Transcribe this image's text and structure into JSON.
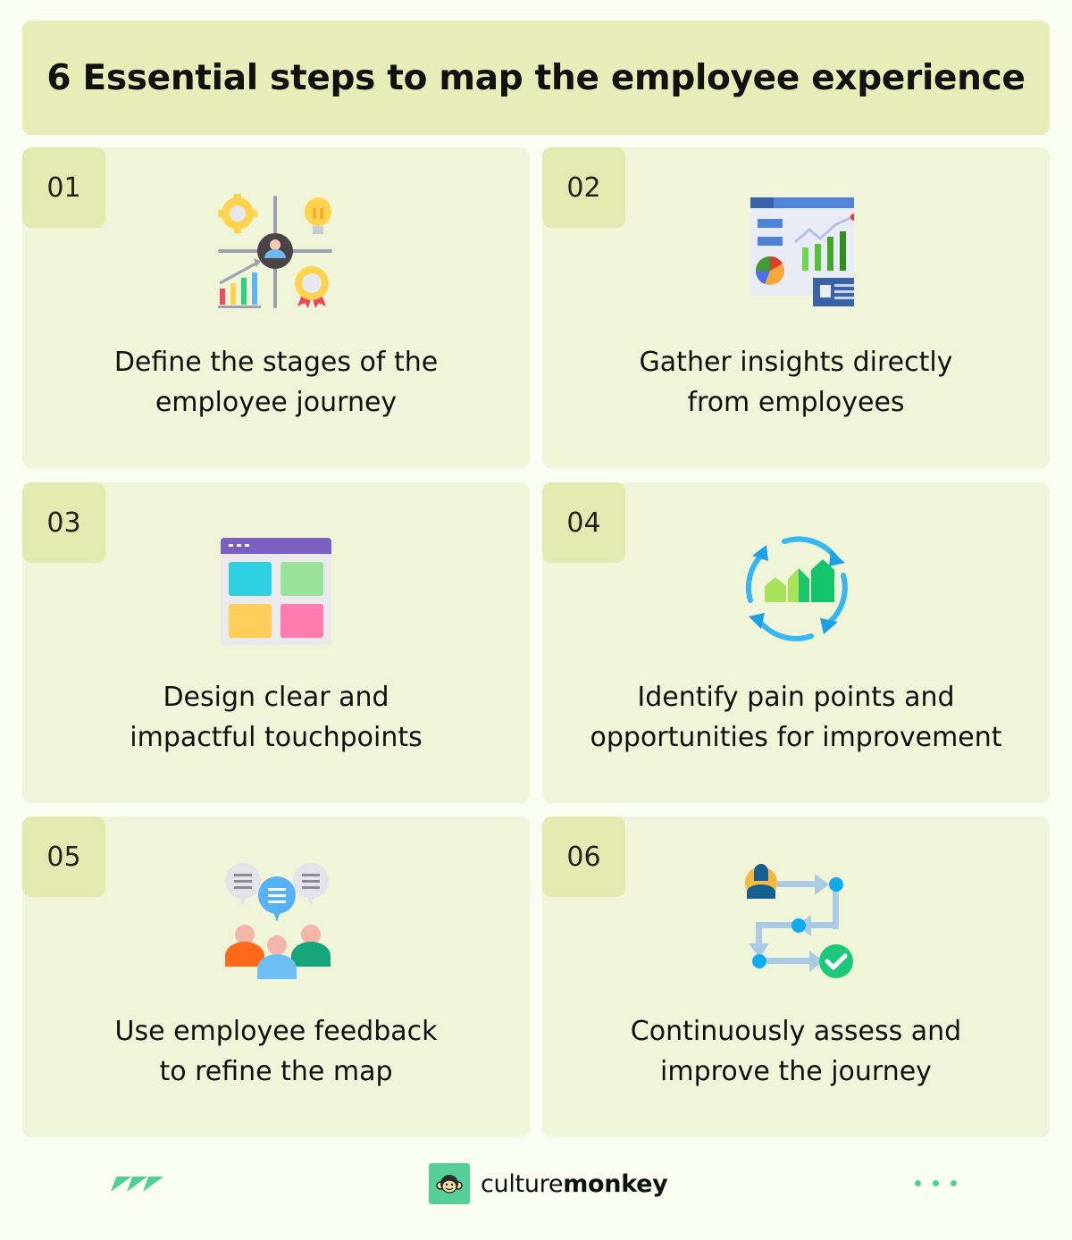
{
  "header": {
    "title": "6 Essential steps to map the employee experience"
  },
  "colors": {
    "page_bg": "#fafdf1",
    "header_bg": "#e8ecb8",
    "card_bg": "#f0f4d8",
    "badge_bg": "#e2eab0",
    "brand_green": "#4fcf93"
  },
  "steps": [
    {
      "number": "01",
      "icon": "strategy-quadrant-icon",
      "line1": "Define the stages of the",
      "line2": "employee journey"
    },
    {
      "number": "02",
      "icon": "analytics-dashboard-icon",
      "line1": "Gather insights directly",
      "line2": "from employees"
    },
    {
      "number": "03",
      "icon": "layout-grid-window-icon",
      "line1": "Design clear and",
      "line2": "impactful touchpoints"
    },
    {
      "number": "04",
      "icon": "cycle-growth-icon",
      "line1": "Identify pain points and",
      "line2": "opportunities for improvement"
    },
    {
      "number": "05",
      "icon": "group-feedback-icon",
      "line1": "Use employee feedback",
      "line2": "to refine the map"
    },
    {
      "number": "06",
      "icon": "process-flow-check-icon",
      "line1": "Continuously assess and",
      "line2": "improve the journey"
    }
  ],
  "footer": {
    "logo_light": "culture",
    "logo_bold": "monkey"
  }
}
